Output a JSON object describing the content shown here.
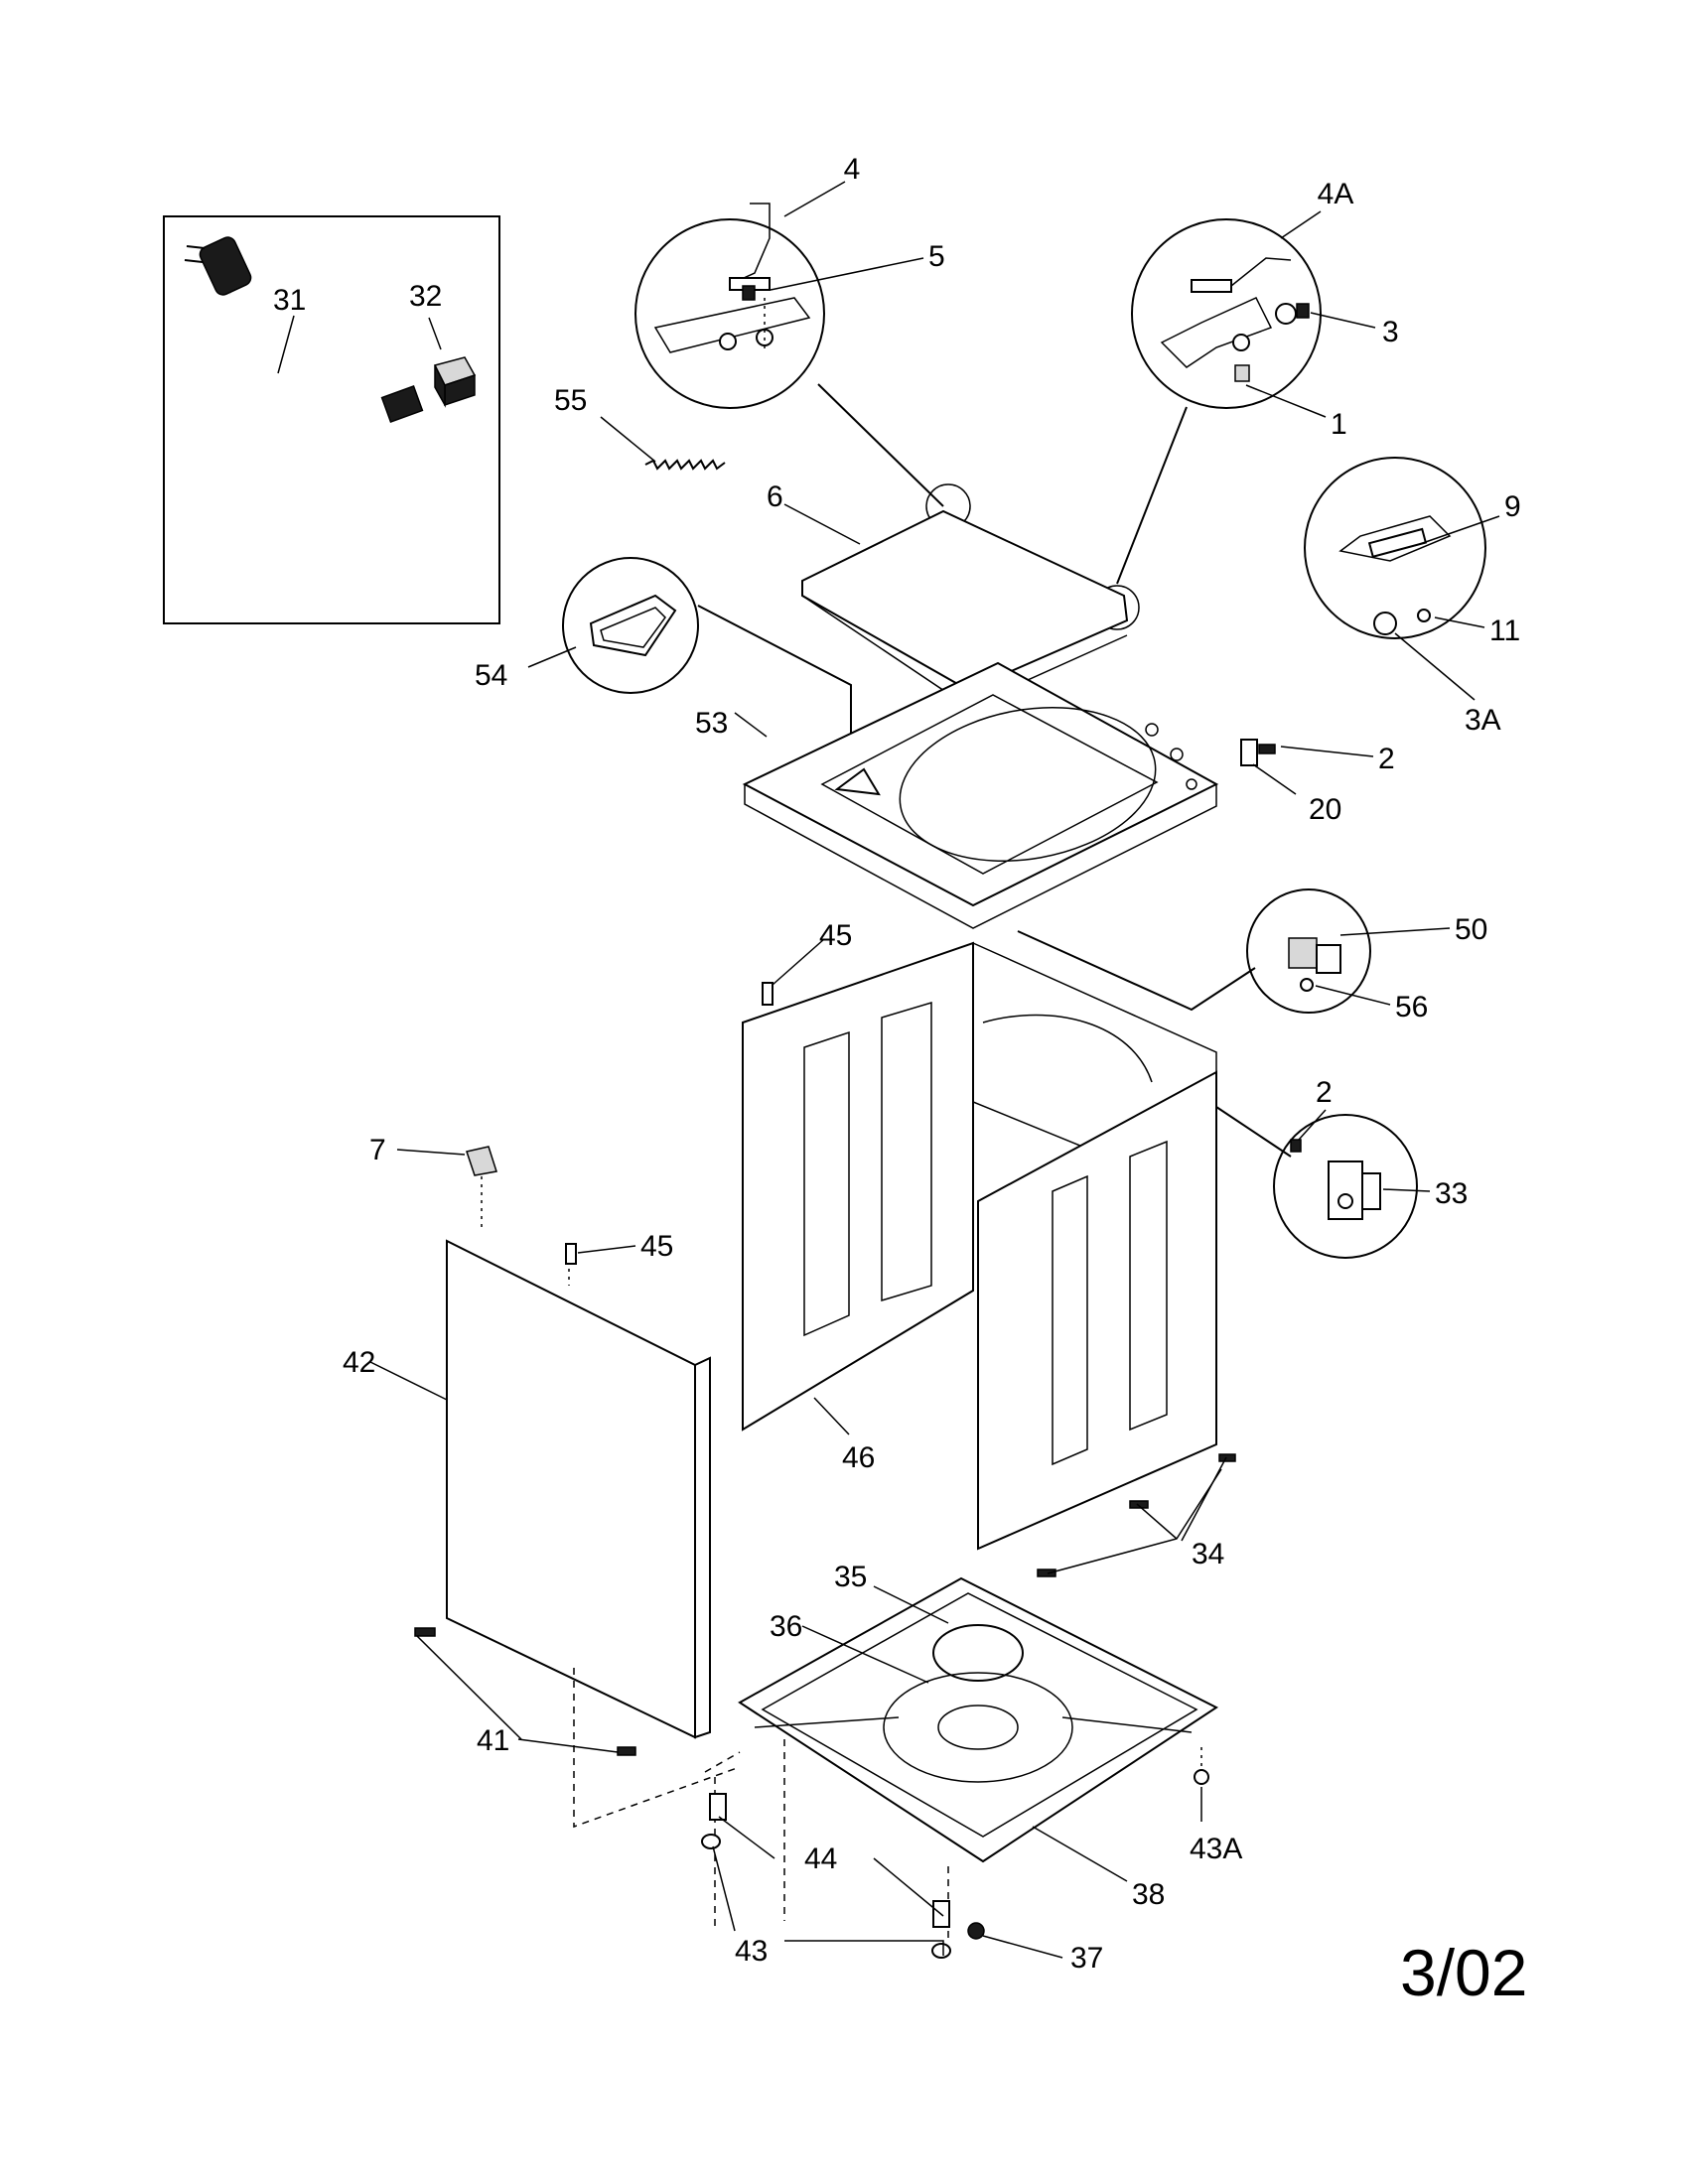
{
  "diagram": {
    "labels": {
      "l4": "4",
      "l4A": "4A",
      "l5": "5",
      "l3": "3",
      "l1": "1",
      "l31": "31",
      "l32": "32",
      "l55": "55",
      "l6": "6",
      "l9": "9",
      "l11": "11",
      "l3A": "3A",
      "l54": "54",
      "l53": "53",
      "l2a": "2",
      "l20": "20",
      "l50": "50",
      "l56": "56",
      "l45a": "45",
      "l2b": "2",
      "l33": "33",
      "l7": "7",
      "l45b": "45",
      "l42": "42",
      "l46": "46",
      "l34": "34",
      "l35": "35",
      "l36": "36",
      "l41": "41",
      "l43A": "43A",
      "l44": "44",
      "l38": "38",
      "l43": "43",
      "l37": "37"
    },
    "date_code": "3/02"
  }
}
